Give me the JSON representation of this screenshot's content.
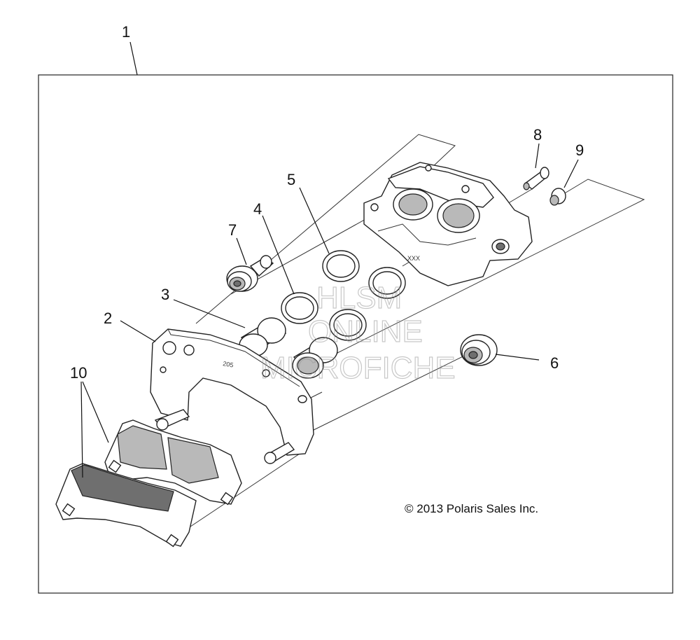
{
  "diagram": {
    "callouts": {
      "c1": "1",
      "c2": "2",
      "c3": "3",
      "c4": "4",
      "c5": "5",
      "c6": "6",
      "c7": "7",
      "c8": "8",
      "c9": "9",
      "c10": "10"
    },
    "copyright": "© 2013 Polaris Sales Inc.",
    "bracket_stamp": "205",
    "housing_stamp": "XXX",
    "watermark": {
      "line1": "HLSM",
      "line2": "ONLINE",
      "line3": "MICROFICHE"
    }
  }
}
